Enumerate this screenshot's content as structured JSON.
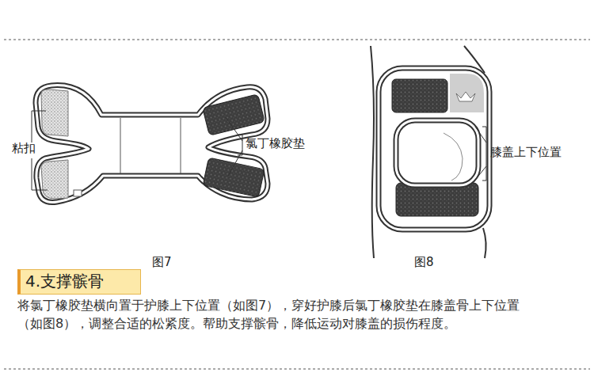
{
  "diagram": {
    "nodes": [
      {
        "text": [
          "4.支撑髌骨"
        ]
      }
    ],
    "labels": [
      "粘扣",
      "氯丁橡胶垫",
      "膝盖上下位置",
      "图7",
      "图8",
      "将氯丁橡胶垫横向置于护膝上下位置（如图7），穿好护膝后氯丁橡胶垫在膝盖骨上下位置（如图8），调整合适的松紧度。帮助支撑髌骨，降低运动对膝盖的损伤程度。"
    ]
  }
}
